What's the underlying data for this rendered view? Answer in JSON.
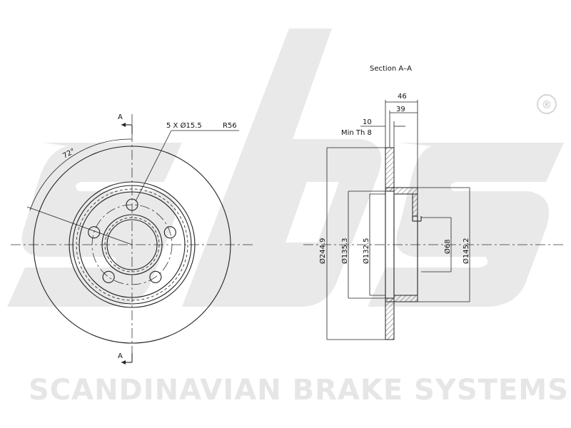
{
  "brand": {
    "watermark_logo": "sbs",
    "registered_mark": "®",
    "tagline": "SCANDINAVIAN BRAKE SYSTEMS"
  },
  "front_view": {
    "section_marker_top": "A",
    "section_marker_bottom": "A",
    "angle_label": "72°",
    "holes_label": "5 X Ø15.5",
    "radius_label": "R56"
  },
  "section_view": {
    "title": "Section A–A",
    "dims": {
      "width_46": "46",
      "width_39": "39",
      "width_10": "10",
      "min_th": "Min Th 8",
      "d_outer": "Ø244.9",
      "d_135": "Ø135.3",
      "d_132": "Ø132.5",
      "d_68": "Ø68",
      "d_145": "Ø145.2"
    }
  }
}
